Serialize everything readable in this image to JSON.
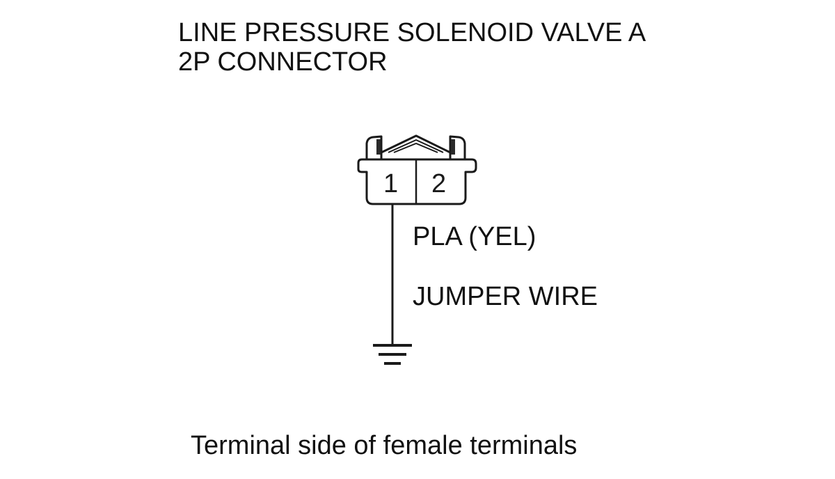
{
  "title": {
    "line1": "LINE PRESSURE SOLENOID VALVE A",
    "line2": "2P CONNECTOR"
  },
  "connector": {
    "pins": [
      "1",
      "2"
    ]
  },
  "wire": {
    "label": "PLA (YEL)"
  },
  "jumper": {
    "label": "JUMPER WIRE"
  },
  "caption": "Terminal side of female terminals",
  "icons": {
    "ground": "ground-symbol-icon"
  },
  "colors": {
    "line": "#1a1a1a",
    "background": "#ffffff"
  }
}
